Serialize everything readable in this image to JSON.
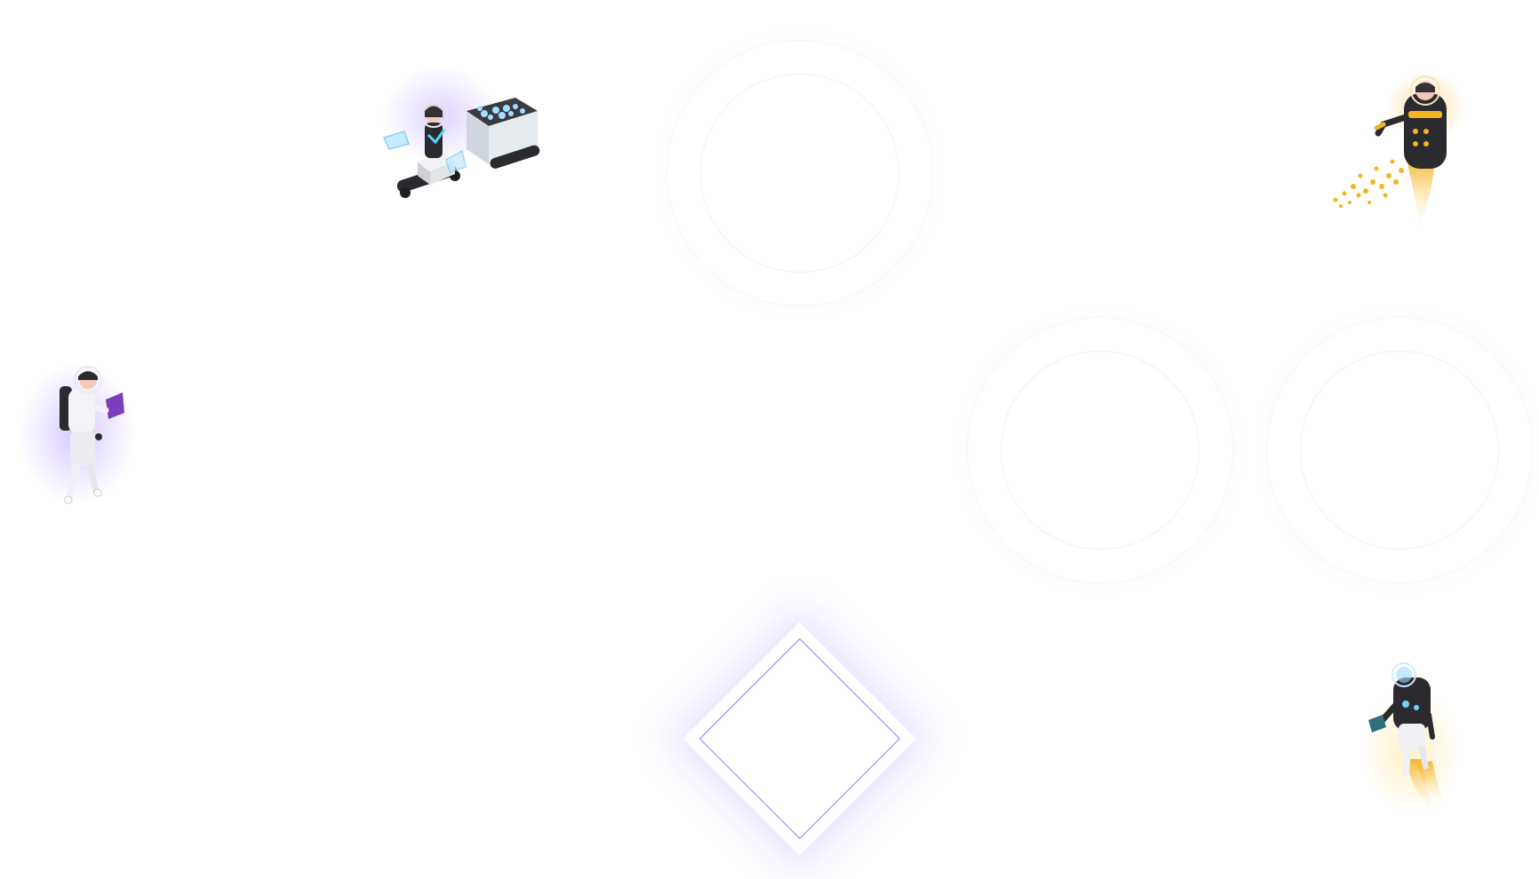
{
  "scene": {
    "background_color": "#ffffff",
    "accent_colors": {
      "diamond_stroke": "#8f78ff",
      "glow_violet": "#b49bff",
      "glow_gold": "#ffc85a",
      "glow_cyan": "#8fd8ff",
      "robot_dark": "#2b2b2f",
      "coin_gold": "#f2b51f"
    },
    "icons": [
      "robot-cart-operator-illustration",
      "jetpack-coin-robot-illustration",
      "astronaut-tablet-illustration",
      "jetpack-robot-illustration",
      "circle-placeholder-icon",
      "diamond-placeholder-icon"
    ]
  }
}
